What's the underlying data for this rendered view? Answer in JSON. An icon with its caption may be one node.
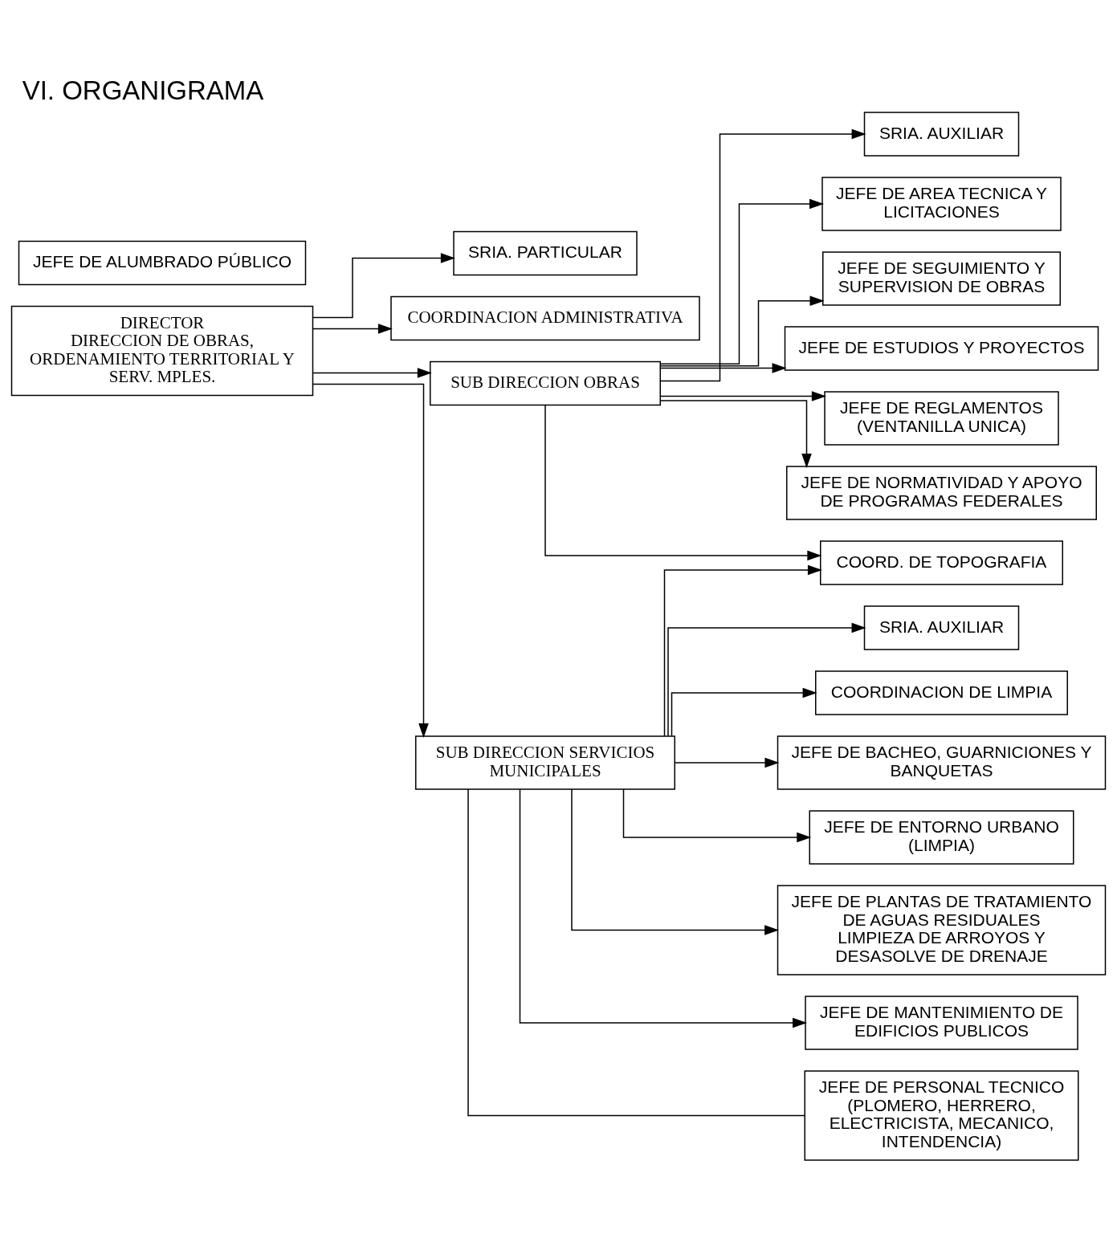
{
  "diagram": {
    "title": "VI. ORGANIGRAMA",
    "nodes": [
      {
        "text": [
          "DIRECTOR",
          "DIRECCION DE OBRAS, ORDENAMIENTO TERRITORIAL Y SERV. MPLES."
        ]
      },
      {
        "text": [
          "SRIA. PARTICULAR"
        ]
      },
      {
        "text": [
          "COORDINACION ADMINISTRATIVA"
        ]
      },
      {
        "text": [
          "SUB DIRECCION OBRAS"
        ]
      },
      {
        "text": [
          "SUB DIRECCION SERVICIOS MUNICIPALES"
        ]
      },
      {
        "text": [
          "SRIA. AUXILIAR"
        ]
      },
      {
        "text": [
          "COORD. DE TOPOGRAFIA"
        ]
      },
      {
        "text": [
          "SRIA. AUXILIAR"
        ]
      },
      {
        "text": [
          "JEFE DE AREA TECNICA Y LICITACIONES"
        ]
      },
      {
        "text": [
          "JEFE DE ALUMBRADO PÚBLICO"
        ]
      },
      {
        "text": [
          "JEFE DE SEGUIMIENTO Y SUPERVISION DE OBRAS"
        ]
      },
      {
        "text": [
          "COORDINACION DE LIMPIA"
        ]
      },
      {
        "text": [
          "JEFE DE BACHEO, GUARNICIONES Y BANQUETAS"
        ]
      },
      {
        "text": [
          "JEFE DE ENTORNO URBANO (LIMPIA)"
        ]
      },
      {
        "text": [
          "JEFE DE PLANTAS DE TRATAMIENTO DE AGUAS RESIDUALES",
          "LIMPIEZA DE ARROYOS Y DESASOLVE DE DRENAJE"
        ]
      },
      {
        "text": [
          "JEFE DE ESTUDIOS Y PROYECTOS"
        ]
      },
      {
        "text": [
          "JEFE DE MANTENIMIENTO DE EDIFICIOS PUBLICOS"
        ]
      },
      {
        "text": [
          "JEFE DE REGLAMENTOS (VENTANILLA UNICA)"
        ]
      },
      {
        "text": [
          "JEFE DE NORMATIVIDAD Y APOYO DE PROGRAMAS FEDERALES"
        ]
      },
      {
        "text": [
          "JEFE DE PERSONAL TECNICO (PLOMERO, HERRERO, ELECTRICISTA, MECANICO, INTENDENCIA)"
        ]
      }
    ],
    "edges": [
      {
        "from": 0,
        "to": 1,
        "arrow": "to"
      },
      {
        "from": 0,
        "to": 2,
        "arrow": "to"
      },
      {
        "from": 0,
        "to": 3,
        "arrow": "to"
      },
      {
        "from": 0,
        "to": 4,
        "arrow": "to"
      },
      {
        "from": 3,
        "to": 5,
        "arrow": "to"
      },
      {
        "from": 3,
        "to": 6,
        "arrow": "to"
      },
      {
        "from": 4,
        "to": 7,
        "arrow": "to"
      },
      {
        "from": 4,
        "to": 6,
        "arrow": "to"
      },
      {
        "from": 3,
        "to": 8,
        "arrow": "to"
      },
      {
        "from": 3,
        "to": 10,
        "arrow": "to"
      },
      {
        "from": 3,
        "to": 15,
        "arrow": "to"
      },
      {
        "from": 3,
        "to": 17,
        "arrow": "to"
      },
      {
        "from": 3,
        "to": 18,
        "arrow": "to"
      },
      {
        "from": 4,
        "to": 11,
        "arrow": "to"
      },
      {
        "from": 4,
        "to": 12,
        "arrow": "to"
      },
      {
        "from": 4,
        "to": 13,
        "arrow": "to"
      },
      {
        "from": 4,
        "to": 14,
        "arrow": "to"
      },
      {
        "from": 4,
        "to": 16,
        "arrow": "to"
      },
      {
        "from": 4,
        "to": 19,
        "arrow": "none"
      }
    ]
  }
}
